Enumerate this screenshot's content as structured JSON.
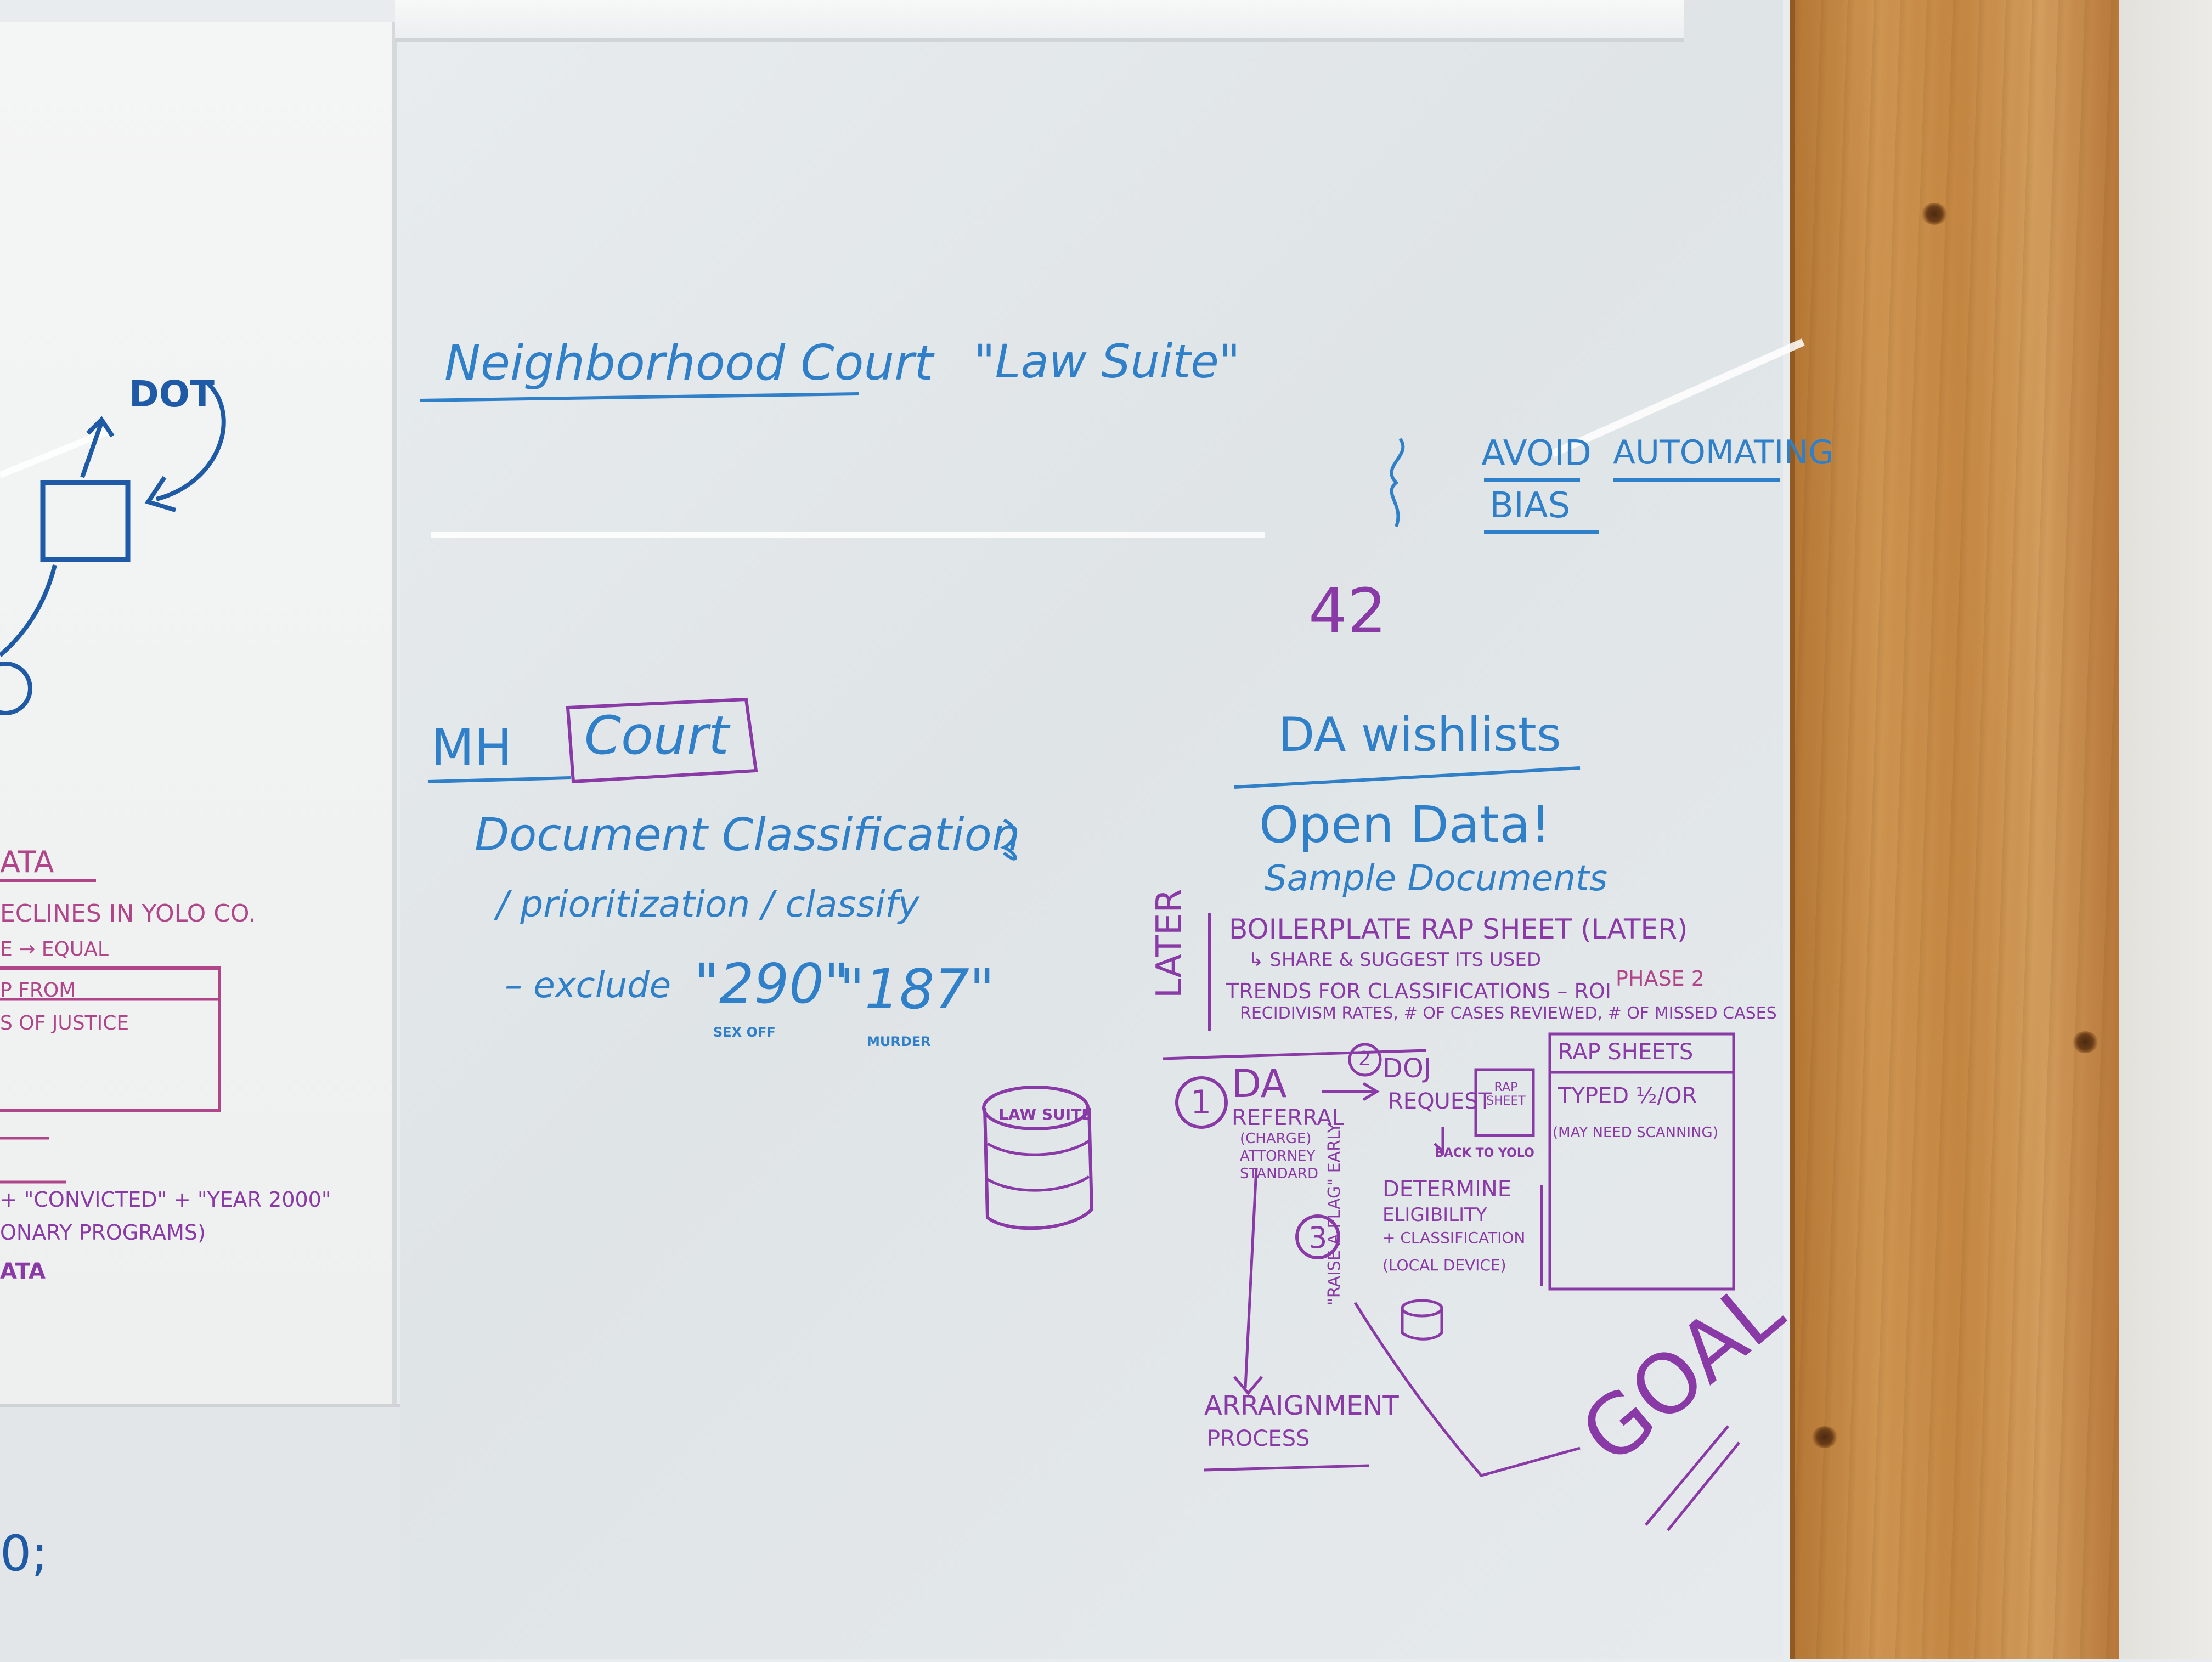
{
  "colors": {
    "blue_marker": "#2f7fc9",
    "purple_marker": "#8a3aa6",
    "pink_marker": "#b0458a",
    "navy_marker": "#1e5aa5",
    "wood": "#c98b45"
  },
  "left_board": {
    "dot_label": "DOT",
    "ata_heading": "ATA",
    "line1": "ECLINES IN YOLO CO.",
    "line2": "E → EQUAL",
    "box_line1": "P FROM",
    "box_line2": "S OF JUSTICE",
    "convicted_line": "+ \"CONVICTED\" + \"YEAR 2000\"",
    "programs_line": "ONARY PROGRAMS)",
    "ata_line": "ATA",
    "bottom_fragment": "0;"
  },
  "main_board": {
    "neighborhood_court": "Neighborhood Court",
    "law_suite_quote": "\"Law Suite\"",
    "avoid": "AVOID",
    "automating": "AUTOMATING",
    "bias": "BIAS",
    "number_42": "42",
    "mh": "MH",
    "court": "Court",
    "document_classification": "Document Classification",
    "prioritization": "/ prioritization / classify",
    "exclude": "– exclude",
    "code_290": "\"290\"",
    "code_187": "\"187\"",
    "sex_off": "SEX OFF",
    "murder": "MURDER",
    "da_wishlists": "DA wishlists",
    "open_data": "Open Data!",
    "sample_documents": "Sample Documents",
    "later_vertical": "LATER",
    "boilerplate": "BOILERPLATE RAP SHEET (LATER)",
    "share_suggest": "↳ SHARE & SUGGEST ITS USED",
    "trends": "TRENDS FOR CLASSIFICATIONS – ROI",
    "phase2": "PHASE 2",
    "recidivism": "RECIDIVISM RATES, # OF CASES REVIEWED, # OF MISSED CASES",
    "law_suite_db": "LAW SUITE",
    "step1": "1",
    "da": "DA",
    "referral": "REFERRAL",
    "charge_attorney": "(CHARGE) ATTORNEY STANDARD",
    "step2": "2",
    "doj": "DOJ",
    "request": "REQUEST",
    "rap_sheet_small": "RAP SHEET",
    "back_to_yolo": "BACK TO YOLO",
    "rap_sheets_header": "RAP SHEETS",
    "typed_or": "TYPED ½/OR",
    "may_need_scanning": "(MAY NEED SCANNING)",
    "step3": "3",
    "determine": "DETERMINE",
    "eligibility": "ELIGIBILITY",
    "classification": "+ CLASSIFICATION",
    "local_device": "(LOCAL DEVICE)",
    "raise_flag": "\"RAISE A FLAG\" EARLY",
    "arraignment": "ARRAIGNMENT",
    "process": "PROCESS",
    "goal": "GOAL"
  }
}
